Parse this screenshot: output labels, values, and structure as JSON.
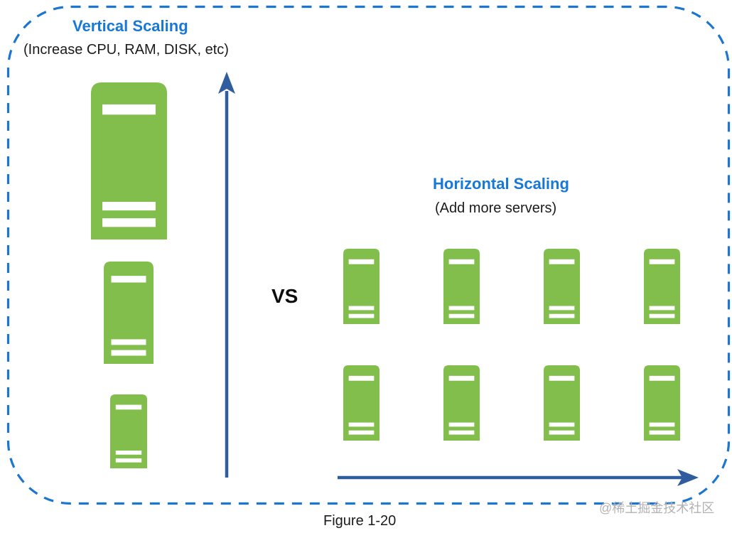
{
  "figure": {
    "caption": "Figure 1-20",
    "watermark": "@稀土掘金技术社区",
    "vs_label": "VS",
    "vertical": {
      "title": "Vertical Scaling",
      "subtitle": "(Increase CPU, RAM, DISK, etc)",
      "servers": [
        "large",
        "medium",
        "small"
      ],
      "arrow_direction": "up"
    },
    "horizontal": {
      "title": "Horizontal Scaling",
      "subtitle": "(Add more servers)",
      "grid": {
        "rows": 2,
        "cols": 4
      },
      "arrow_direction": "right"
    },
    "colors": {
      "accent_blue": "#1778d6",
      "arrow_blue": "#2f5d9e",
      "border_blue": "#1c75cf",
      "server_green": "#82be4b",
      "text_black": "#1b1b1b",
      "watermark_gray": "#b3b2b2"
    }
  }
}
